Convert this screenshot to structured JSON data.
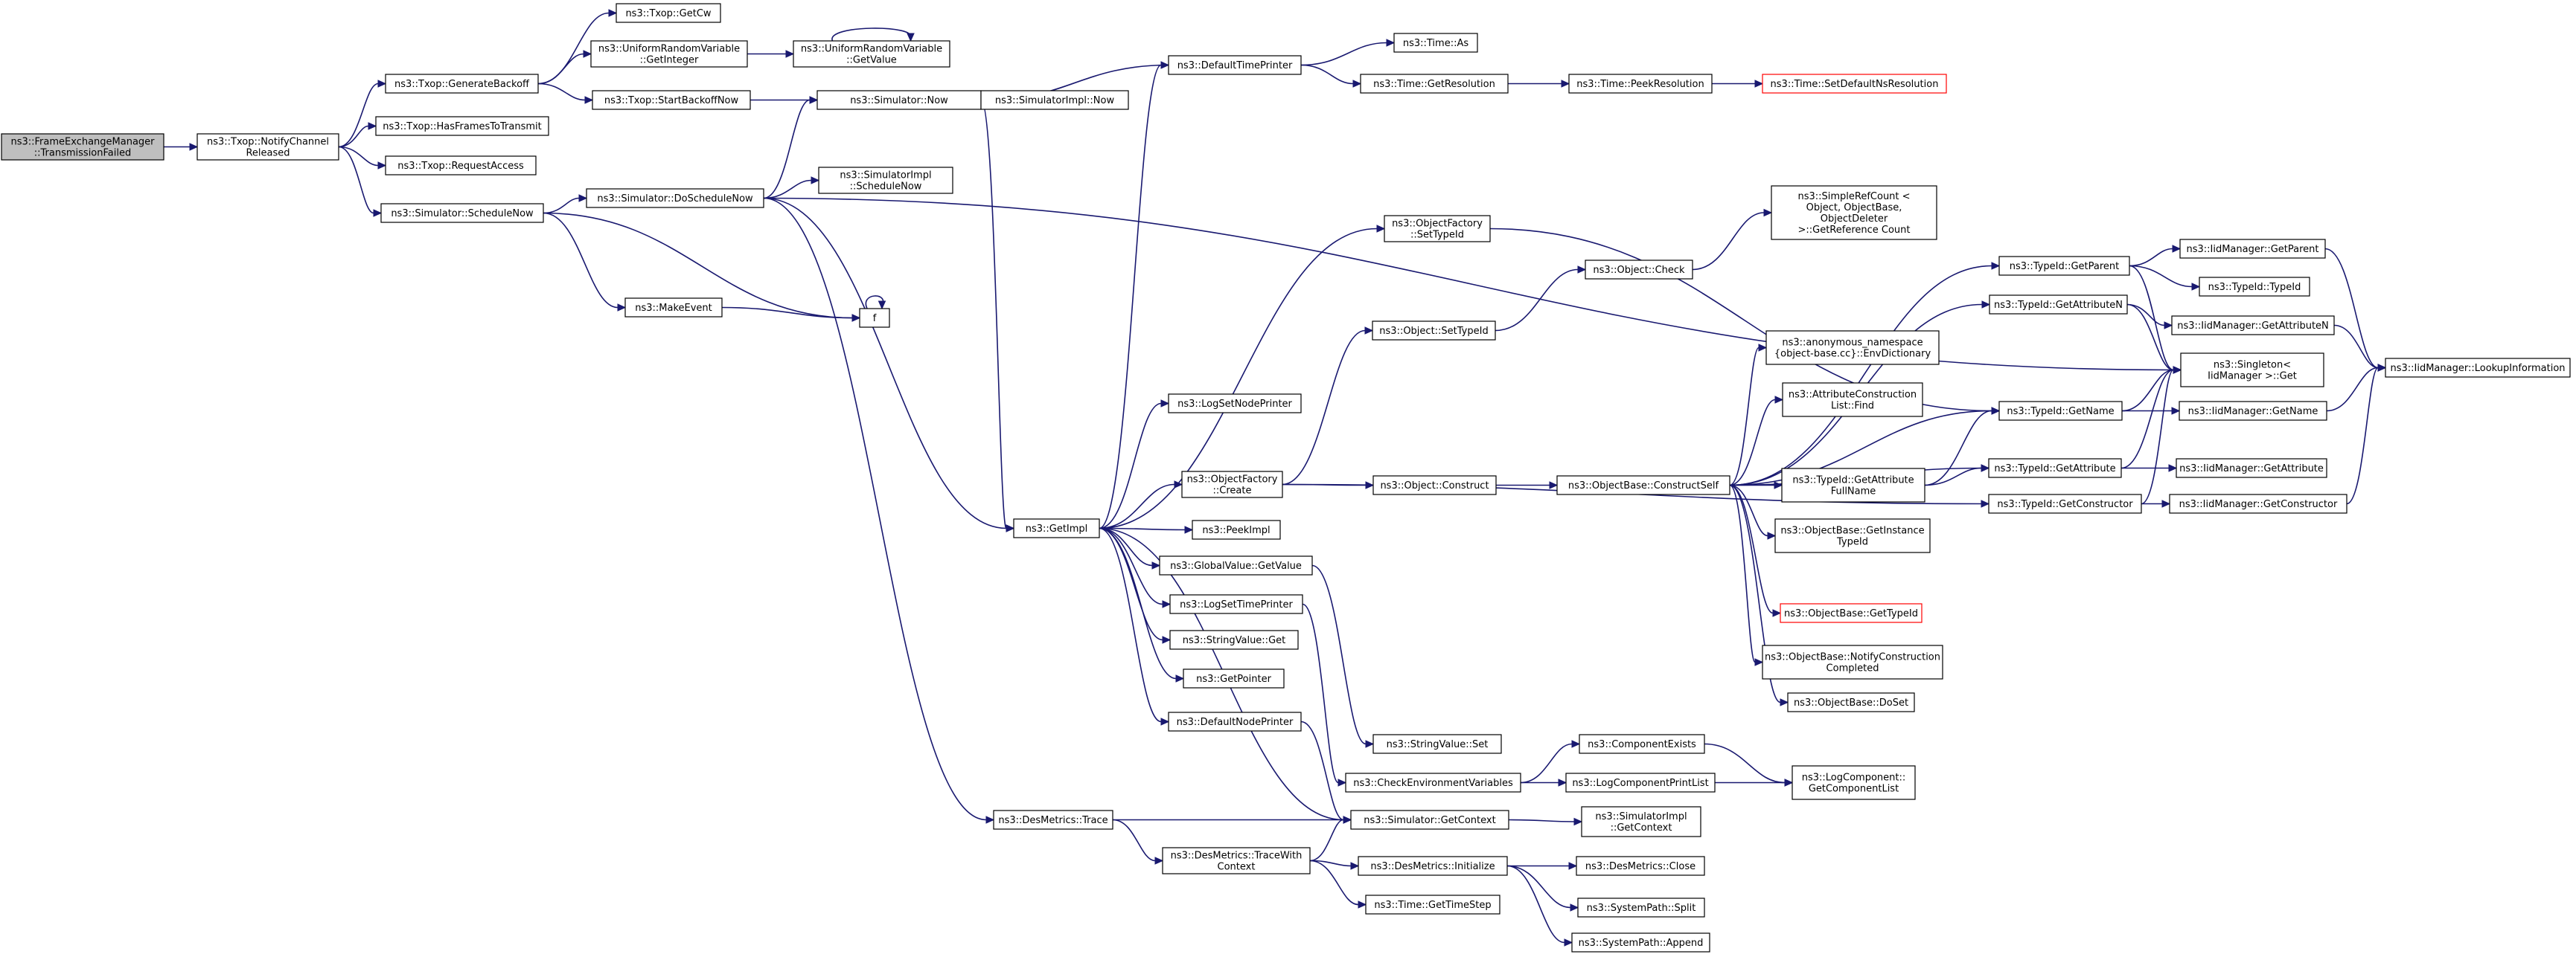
{
  "graph": {
    "title": "",
    "colors": {
      "edge": "#191970",
      "node_border": "#000000",
      "root_fill": "#bfbfbf",
      "truncated_border": "#ff0000",
      "node_fill": "#ffffff"
    },
    "nodes": [
      {
        "id": "root",
        "label": "ns3::FrameExchangeManager ::TransmissionFailed",
        "style": "root"
      },
      {
        "id": "notify",
        "label": "ns3::Txop::NotifyChannel Released"
      },
      {
        "id": "genbackoff",
        "label": "ns3::Txop::GenerateBackoff"
      },
      {
        "id": "getcw",
        "label": "ns3::Txop::GetCw"
      },
      {
        "id": "urvint",
        "label": "ns3::UniformRandomVariable ::GetInteger"
      },
      {
        "id": "urvval",
        "label": "ns3::UniformRandomVariable ::GetValue"
      },
      {
        "id": "startbo",
        "label": "ns3::Txop::StartBackoffNow"
      },
      {
        "id": "hasframes",
        "label": "ns3::Txop::HasFramesToTransmit"
      },
      {
        "id": "reqaccess",
        "label": "ns3::Txop::RequestAccess"
      },
      {
        "id": "schednow",
        "label": "ns3::Simulator::ScheduleNow"
      },
      {
        "id": "doschednow",
        "label": "ns3::Simulator::DoScheduleNow"
      },
      {
        "id": "simnow",
        "label": "ns3::Simulator::Now"
      },
      {
        "id": "implnow",
        "label": "ns3::SimulatorImpl::Now"
      },
      {
        "id": "implschednow",
        "label": "ns3::SimulatorImpl ::ScheduleNow"
      },
      {
        "id": "makeevent",
        "label": "ns3::MakeEvent"
      },
      {
        "id": "f",
        "label": "f"
      },
      {
        "id": "deftime",
        "label": "ns3::DefaultTimePrinter"
      },
      {
        "id": "timeas",
        "label": "ns3::Time::As"
      },
      {
        "id": "timegetres",
        "label": "ns3::Time::GetResolution"
      },
      {
        "id": "timepeekres",
        "label": "ns3::Time::PeekResolution"
      },
      {
        "id": "timesetdef",
        "label": "ns3::Time::SetDefaultNsResolution",
        "style": "truncated"
      },
      {
        "id": "ofsettid",
        "label": "ns3::ObjectFactory ::SetTypeId"
      },
      {
        "id": "simplerefcount",
        "label": "ns3::SimpleRefCount < Object, ObjectBase, ObjectDeleter >::GetReference Count"
      },
      {
        "id": "objcheck",
        "label": "ns3::Object::Check"
      },
      {
        "id": "objsettid",
        "label": "ns3::Object::SetTypeId"
      },
      {
        "id": "logsetnode",
        "label": "ns3::LogSetNodePrinter"
      },
      {
        "id": "ofcreate",
        "label": "ns3::ObjectFactory ::Create"
      },
      {
        "id": "objconstruct",
        "label": "ns3::Object::Construct"
      },
      {
        "id": "getimpl",
        "label": "ns3::GetImpl"
      },
      {
        "id": "peekimpl",
        "label": "ns3::PeekImpl"
      },
      {
        "id": "gvgetvalue",
        "label": "ns3::GlobalValue::GetValue"
      },
      {
        "id": "logsettime",
        "label": "ns3::LogSetTimePrinter"
      },
      {
        "id": "strvalget",
        "label": "ns3::StringValue::Get"
      },
      {
        "id": "getpointer",
        "label": "ns3::GetPointer"
      },
      {
        "id": "defnode",
        "label": "ns3::DefaultNodePrinter"
      },
      {
        "id": "strvalset",
        "label": "ns3::StringValue::Set"
      },
      {
        "id": "checkenv",
        "label": "ns3::CheckEnvironmentVariables"
      },
      {
        "id": "compexists",
        "label": "ns3::ComponentExists"
      },
      {
        "id": "logcompprint",
        "label": "ns3::LogComponentPrintList"
      },
      {
        "id": "logcompget",
        "label": "ns3::LogComponent:: GetComponentList"
      },
      {
        "id": "desmtrace",
        "label": "ns3::DesMetrics::Trace"
      },
      {
        "id": "simgetctx",
        "label": "ns3::Simulator::GetContext"
      },
      {
        "id": "implgetctx",
        "label": "ns3::SimulatorImpl ::GetContext"
      },
      {
        "id": "desmtracewith",
        "label": "ns3::DesMetrics::TraceWith Context"
      },
      {
        "id": "desminit",
        "label": "ns3::DesMetrics::Initialize"
      },
      {
        "id": "desmclose",
        "label": "ns3::DesMetrics::Close"
      },
      {
        "id": "timestep",
        "label": "ns3::Time::GetTimeStep"
      },
      {
        "id": "spsplit",
        "label": "ns3::SystemPath::Split"
      },
      {
        "id": "spappend",
        "label": "ns3::SystemPath::Append"
      },
      {
        "id": "obconstructself",
        "label": "ns3::ObjectBase::ConstructSelf"
      },
      {
        "id": "anonenv",
        "label": "ns3::anonymous_namespace {object-base.cc}::EnvDictionary"
      },
      {
        "id": "acfind",
        "label": "ns3::AttributeConstruction List::Find"
      },
      {
        "id": "tidgetattrfull",
        "label": "ns3::TypeId::GetAttribute FullName"
      },
      {
        "id": "obgetinst",
        "label": "ns3::ObjectBase::GetInstance TypeId"
      },
      {
        "id": "obgettid",
        "label": "ns3::ObjectBase::GetTypeId",
        "style": "truncated"
      },
      {
        "id": "obnotify",
        "label": "ns3::ObjectBase::NotifyConstruction Completed"
      },
      {
        "id": "obdoset",
        "label": "ns3::ObjectBase::DoSet"
      },
      {
        "id": "tidgetparent",
        "label": "ns3::TypeId::GetParent"
      },
      {
        "id": "tidgetattrn",
        "label": "ns3::TypeId::GetAttributeN"
      },
      {
        "id": "tidgetname",
        "label": "ns3::TypeId::GetName"
      },
      {
        "id": "tidgetattr",
        "label": "ns3::TypeId::GetAttribute"
      },
      {
        "id": "tidgetctor",
        "label": "ns3::TypeId::GetConstructor"
      },
      {
        "id": "iidgetparent",
        "label": "ns3::IidManager::GetParent"
      },
      {
        "id": "tidtypeid",
        "label": "ns3::TypeId::TypeId"
      },
      {
        "id": "iidgetattrn",
        "label": "ns3::IidManager::GetAttributeN"
      },
      {
        "id": "singletonget",
        "label": "ns3::Singleton< IidManager >::Get"
      },
      {
        "id": "iidgetname",
        "label": "ns3::IidManager::GetName"
      },
      {
        "id": "iidgetattr",
        "label": "ns3::IidManager::GetAttribute"
      },
      {
        "id": "iidgetctor",
        "label": "ns3::IidManager::GetConstructor"
      },
      {
        "id": "iidlookup",
        "label": "ns3::IidManager::LookupInformation"
      }
    ],
    "edges": [
      [
        "root",
        "notify"
      ],
      [
        "notify",
        "genbackoff"
      ],
      [
        "notify",
        "hasframes"
      ],
      [
        "notify",
        "reqaccess"
      ],
      [
        "notify",
        "schednow"
      ],
      [
        "genbackoff",
        "getcw"
      ],
      [
        "genbackoff",
        "urvint"
      ],
      [
        "genbackoff",
        "startbo"
      ],
      [
        "urvint",
        "urvval"
      ],
      [
        "urvval",
        "urvval"
      ],
      [
        "startbo",
        "simnow"
      ],
      [
        "schednow",
        "doschednow"
      ],
      [
        "schednow",
        "makeevent"
      ],
      [
        "schednow",
        "f"
      ],
      [
        "makeevent",
        "f"
      ],
      [
        "f",
        "f"
      ],
      [
        "doschednow",
        "simnow"
      ],
      [
        "doschednow",
        "implschednow"
      ],
      [
        "doschednow",
        "getimpl"
      ],
      [
        "doschednow",
        "desmtrace"
      ],
      [
        "doschednow",
        "singletonget"
      ],
      [
        "simnow",
        "implnow"
      ],
      [
        "simnow",
        "getimpl"
      ],
      [
        "deftime",
        "simnow"
      ],
      [
        "deftime",
        "timeas"
      ],
      [
        "deftime",
        "timegetres"
      ],
      [
        "timegetres",
        "timepeekres"
      ],
      [
        "timepeekres",
        "timesetdef"
      ],
      [
        "getimpl",
        "deftime"
      ],
      [
        "getimpl",
        "ofsettid"
      ],
      [
        "getimpl",
        "logsetnode"
      ],
      [
        "getimpl",
        "ofcreate"
      ],
      [
        "getimpl",
        "peekimpl"
      ],
      [
        "getimpl",
        "gvgetvalue"
      ],
      [
        "getimpl",
        "logsettime"
      ],
      [
        "getimpl",
        "strvalget"
      ],
      [
        "getimpl",
        "getpointer"
      ],
      [
        "getimpl",
        "defnode"
      ],
      [
        "getimpl",
        "simgetctx"
      ],
      [
        "ofsettid",
        "tidgetname"
      ],
      [
        "ofcreate",
        "objsettid"
      ],
      [
        "ofcreate",
        "objconstruct"
      ],
      [
        "ofcreate",
        "tidgetctor"
      ],
      [
        "objsettid",
        "objcheck"
      ],
      [
        "objcheck",
        "simplerefcount"
      ],
      [
        "objconstruct",
        "obconstructself"
      ],
      [
        "gvgetvalue",
        "strvalset"
      ],
      [
        "logsettime",
        "checkenv"
      ],
      [
        "defnode",
        "simgetctx"
      ],
      [
        "checkenv",
        "compexists"
      ],
      [
        "checkenv",
        "logcompprint"
      ],
      [
        "compexists",
        "logcompget"
      ],
      [
        "logcompprint",
        "logcompget"
      ],
      [
        "desmtrace",
        "simgetctx"
      ],
      [
        "desmtrace",
        "desmtracewith"
      ],
      [
        "desmtracewith",
        "simgetctx"
      ],
      [
        "desmtracewith",
        "desminit"
      ],
      [
        "desmtracewith",
        "timestep"
      ],
      [
        "simgetctx",
        "implgetctx"
      ],
      [
        "desminit",
        "desmclose"
      ],
      [
        "desminit",
        "spsplit"
      ],
      [
        "desminit",
        "spappend"
      ],
      [
        "obconstructself",
        "tidgetparent"
      ],
      [
        "obconstructself",
        "tidgetattrn"
      ],
      [
        "obconstructself",
        "anonenv"
      ],
      [
        "obconstructself",
        "acfind"
      ],
      [
        "obconstructself",
        "tidgetname"
      ],
      [
        "obconstructself",
        "tidgetattrfull"
      ],
      [
        "obconstructself",
        "tidgetattr"
      ],
      [
        "obconstructself",
        "obgetinst"
      ],
      [
        "obconstructself",
        "obgettid"
      ],
      [
        "obconstructself",
        "obnotify"
      ],
      [
        "obconstructself",
        "obdoset"
      ],
      [
        "tidgetattrfull",
        "tidgetname"
      ],
      [
        "tidgetattrfull",
        "tidgetattr"
      ],
      [
        "tidgetparent",
        "iidgetparent"
      ],
      [
        "tidgetparent",
        "tidtypeid"
      ],
      [
        "tidgetparent",
        "singletonget"
      ],
      [
        "tidgetattrn",
        "iidgetattrn"
      ],
      [
        "tidgetattrn",
        "singletonget"
      ],
      [
        "tidgetname",
        "iidgetname"
      ],
      [
        "tidgetname",
        "singletonget"
      ],
      [
        "tidgetattr",
        "iidgetattr"
      ],
      [
        "tidgetattr",
        "singletonget"
      ],
      [
        "tidgetctor",
        "iidgetctor"
      ],
      [
        "tidgetctor",
        "singletonget"
      ],
      [
        "iidgetparent",
        "iidlookup"
      ],
      [
        "iidgetattrn",
        "iidlookup"
      ],
      [
        "iidgetname",
        "iidlookup"
      ],
      [
        "iidgetctor",
        "iidlookup"
      ]
    ]
  }
}
